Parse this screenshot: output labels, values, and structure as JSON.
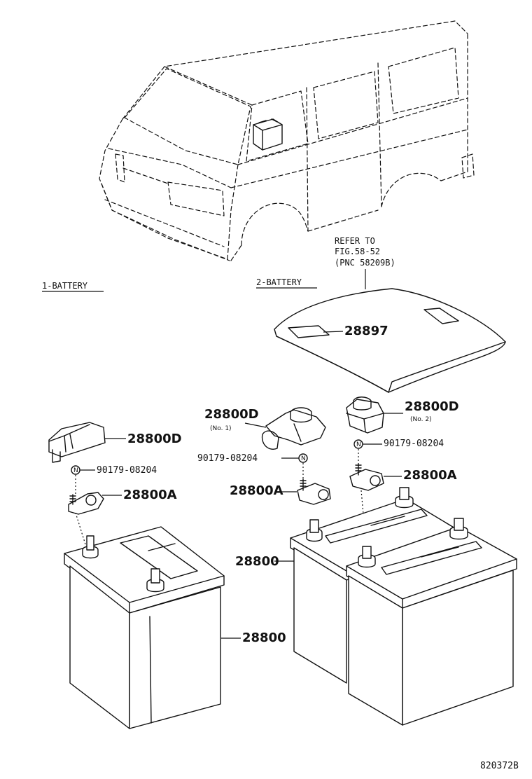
{
  "sections": {
    "battery1": "1-BATTERY",
    "battery2": "2-BATTERY"
  },
  "reference": {
    "line1": "REFER TO",
    "line2": "FIG.58-52",
    "line3": "(PNC 58209B)"
  },
  "parts": {
    "cover": "28897",
    "terminal_cover_no1": "28800D",
    "terminal_cover_no1_note": "(No. 1)",
    "terminal_cover_no2": "28800D",
    "terminal_cover_no2_note": "(No. 2)",
    "terminal_cover_left": "28800D",
    "nut_left": "90179-08204",
    "nut_mid": "90179-08204",
    "nut_right": "90179-08204",
    "clamp_left": "28800A",
    "clamp_mid": "28800A",
    "clamp_right": "28800A",
    "battery_left": "28800",
    "battery_right": "28800"
  },
  "figure_code": "820372B"
}
